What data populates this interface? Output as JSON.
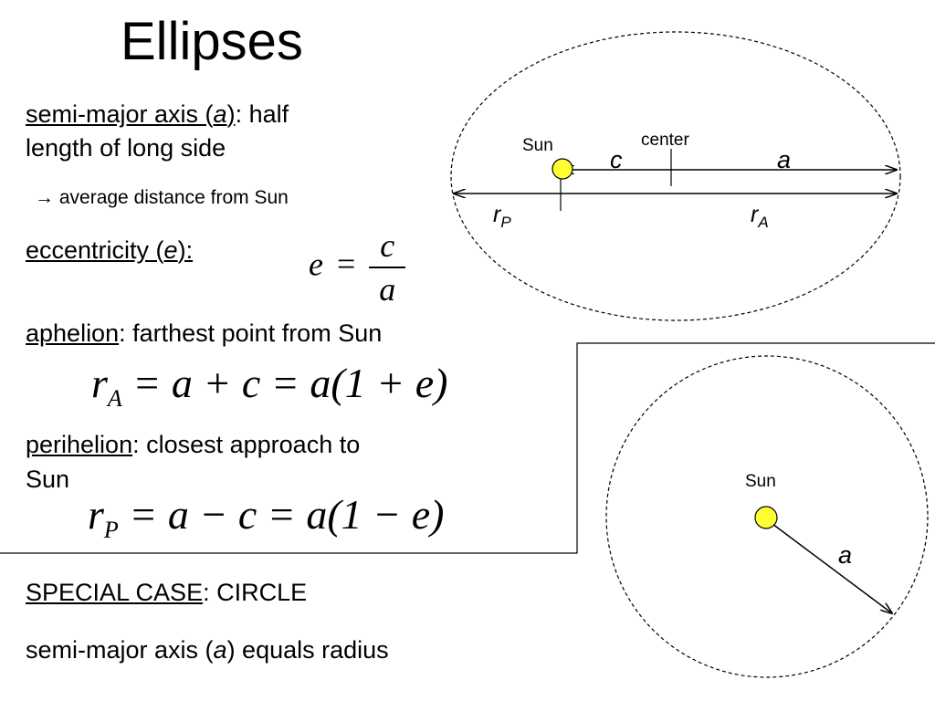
{
  "title": "Ellipses",
  "semi_major": {
    "term": "semi-major axis (",
    "symbol": "a",
    "close": ")",
    "rest": ": half",
    "line2": "length of long side"
  },
  "average": {
    "arrow": "→",
    "text": "average distance from Sun"
  },
  "eccentricity": {
    "term": "eccentricity (",
    "symbol": "e",
    "close": "):"
  },
  "ecc_formula": {
    "lhs": "e",
    "eq": "=",
    "num": "c",
    "den": "a"
  },
  "aphelion": {
    "term": "aphelion",
    "rest": ": farthest point from Sun",
    "formula": {
      "r": "r",
      "sub": "A",
      "body": " = a + c = a(1 + e)"
    }
  },
  "perihelion": {
    "term": "perihelion",
    "rest": ": closest approach to",
    "line2": "Sun",
    "formula": {
      "r": "r",
      "sub": "P",
      "body": " = a − c = a(1 − e)"
    }
  },
  "special": {
    "term": "SPECIAL CASE",
    "rest": ": CIRCLE"
  },
  "circle_note": {
    "pre": "semi-major axis (",
    "symbol": "a",
    "post": ") equals radius"
  },
  "ellipse_diagram": {
    "sun_label": "Sun",
    "center_label": "center",
    "c_label": "c",
    "a_label": "a",
    "rp_r": "r",
    "rp_sub": "P",
    "ra_r": "r",
    "ra_sub": "A",
    "sun_color": "#ffff33"
  },
  "circle_diagram": {
    "sun_label": "Sun",
    "a_label": "a",
    "sun_color": "#ffff33"
  }
}
